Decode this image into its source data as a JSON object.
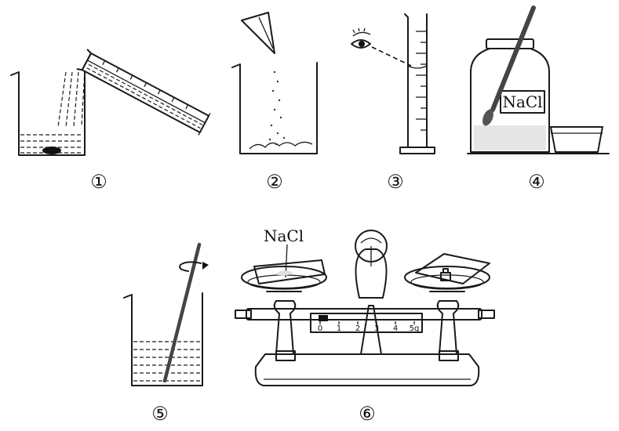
{
  "labels": {
    "step1": "①",
    "step2": "②",
    "step3": "③",
    "step4": "④",
    "step5": "⑤",
    "step6": "⑥"
  },
  "reagent": {
    "bottle_label": "NaCl",
    "balance_label": "NaCl"
  },
  "balance_scale": {
    "ticks": [
      "0",
      "1",
      "2",
      "3",
      "4",
      "5g"
    ]
  }
}
